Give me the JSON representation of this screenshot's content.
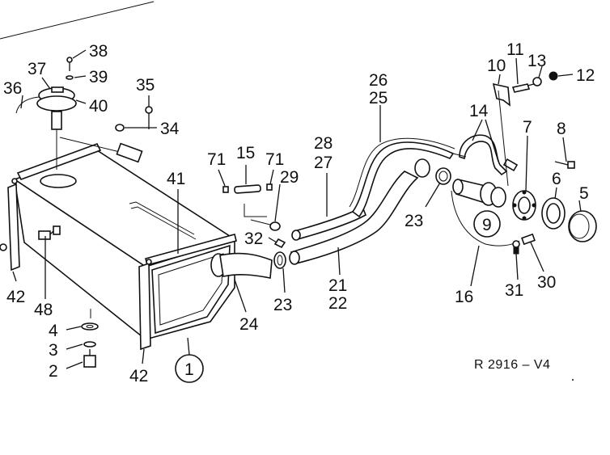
{
  "diagram": {
    "reference": "R 2916 – V4",
    "labels": {
      "p1": "1",
      "p2": "2",
      "p3": "3",
      "p4": "4",
      "p5": "5",
      "p6": "6",
      "p7": "7",
      "p8": "8",
      "p9": "9",
      "p10": "10",
      "p11": "11",
      "p12": "12",
      "p13": "13",
      "p14": "14",
      "p15": "15",
      "p16": "16",
      "p21": "21",
      "p22": "22",
      "p23a": "23",
      "p23b": "23",
      "p24": "24",
      "p25": "25",
      "p26": "26",
      "p27": "27",
      "p28": "28",
      "p29": "29",
      "p30": "30",
      "p31": "31",
      "p32": "32",
      "p34": "34",
      "p35": "35",
      "p36": "36",
      "p37": "37",
      "p38": "38",
      "p39": "39",
      "p40": "40",
      "p41": "41",
      "p42a": "42",
      "p42b": "42",
      "p48": "48",
      "p71a": "71",
      "p71b": "71"
    }
  }
}
